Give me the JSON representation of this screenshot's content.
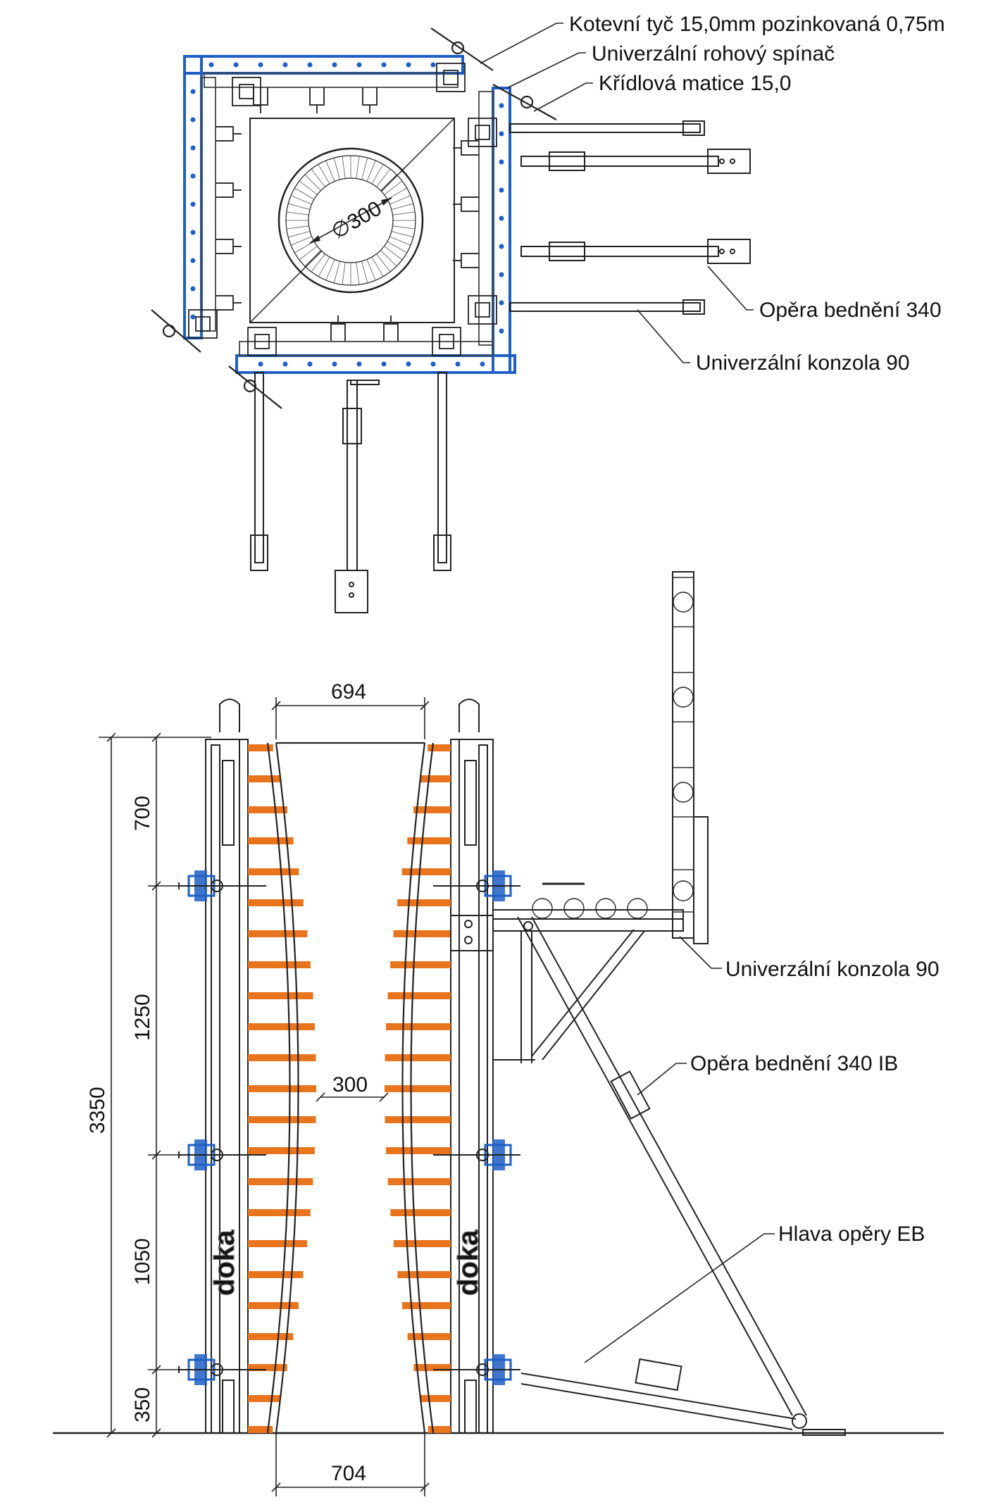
{
  "labels": {
    "anchor_rod": "Kotevní tyč 15,0mm pozinkovaná 0,75m",
    "corner_clamp": "Univerzální rohový spínač",
    "wing_nut": "Křídlová matice 15,0",
    "prop_340": "Opěra bednění 340",
    "bracket_top": "Univerzální konzola 90",
    "bracket_side": "Univerzální konzola 90",
    "prop_340_ib": "Opěra bednění 340 IB",
    "prop_head": "Hlava opěry EB"
  },
  "dimensions": {
    "diameter": "∅300",
    "top_width": "694",
    "bottom_width": "704",
    "waist": "300",
    "total_height": "3350",
    "seg_700": "700",
    "seg_1250": "1250",
    "seg_1050": "1050",
    "seg_350": "350"
  },
  "colors": {
    "clamp_blue": "#1f5fc4",
    "timber_orange": "#e8741e",
    "line": "#222222"
  }
}
